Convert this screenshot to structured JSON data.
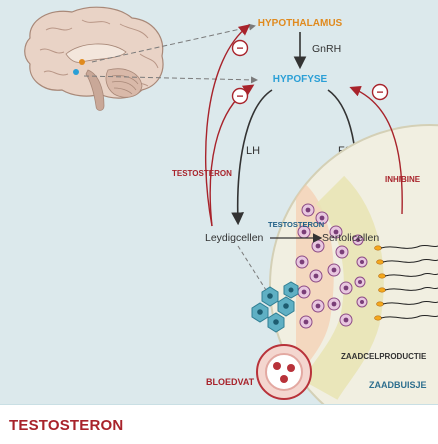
{
  "labels": {
    "hypothalamus": "HYPOTHALAMUS",
    "gnrh": "GnRH",
    "hypofyse": "HYPOFYSE",
    "lh": "LH",
    "fsh": "FSH",
    "testosteron_left": "TESTOSTERON",
    "inhibine": "INHIBINE",
    "testosteron_inner": "TESTOSTERON",
    "leydigcellen": "Leydigcellen",
    "sertolicellen": "Sertolicellen",
    "zaadcelproductie": "ZAADCELPRODUCTIE",
    "bloedvat": "BLOEDVAT",
    "zaadbuisje": "ZAADBUISJE",
    "minus": "−"
  },
  "footer": {
    "title": "TESTOSTERON"
  },
  "colors": {
    "background": "#dce9ec",
    "hormone_orange": "#e08a1e",
    "hormone_blue": "#2a9fd6",
    "feedback_red": "#a8232b",
    "text_dark": "#333333",
    "tubule_fill": "#f1efe1",
    "leydig_teal": "#5fb0c4",
    "vessel_red": "#b8323a"
  }
}
